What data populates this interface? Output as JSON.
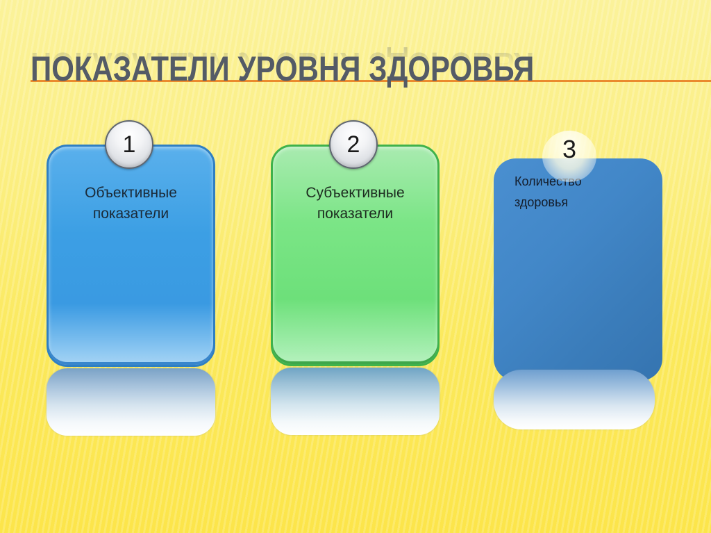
{
  "slide": {
    "title": "ПОКАЗАТЕЛИ УРОВНЯ ЗДОРОВЬЯ",
    "colors": {
      "background": "#fbef84",
      "title_text": "#545b66",
      "title_rule": "#ea8a2e",
      "card_1": "#3c9fe4",
      "card_2": "#6de07a",
      "card_3": "#3f81c1"
    },
    "cards": [
      {
        "number": "1",
        "label": "Объективные показатели"
      },
      {
        "number": "2",
        "label": "Субъективные показатели"
      },
      {
        "number": "3",
        "label": "Количество здоровья"
      }
    ]
  }
}
